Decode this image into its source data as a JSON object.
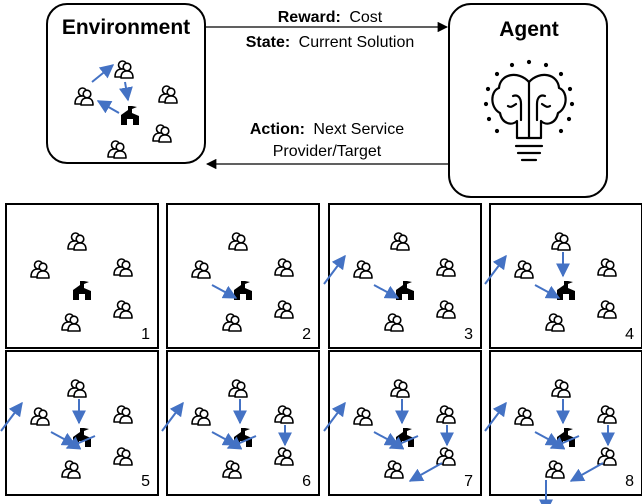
{
  "colors": {
    "arrow": "#4472c4",
    "stroke": "#000000",
    "background": "#ffffff"
  },
  "icons": {
    "node": "user-pair-icon",
    "depot": "factory-icon",
    "agent": "brain-lightbulb-icon"
  },
  "environment": {
    "title": "Environment"
  },
  "agent": {
    "title": "Agent"
  },
  "top_message": {
    "reward_label": "Reward:",
    "reward_value": "Cost",
    "state_label": "State:",
    "state_value": "Current Solution"
  },
  "bottom_message": {
    "action_label": "Action:",
    "action_value_line1": "Next Service",
    "action_value_line2": "Provider/Target"
  },
  "steps": [
    {
      "label": "1"
    },
    {
      "label": "2"
    },
    {
      "label": "3"
    },
    {
      "label": "4"
    },
    {
      "label": "5"
    },
    {
      "label": "6"
    },
    {
      "label": "7"
    },
    {
      "label": "8"
    }
  ]
}
